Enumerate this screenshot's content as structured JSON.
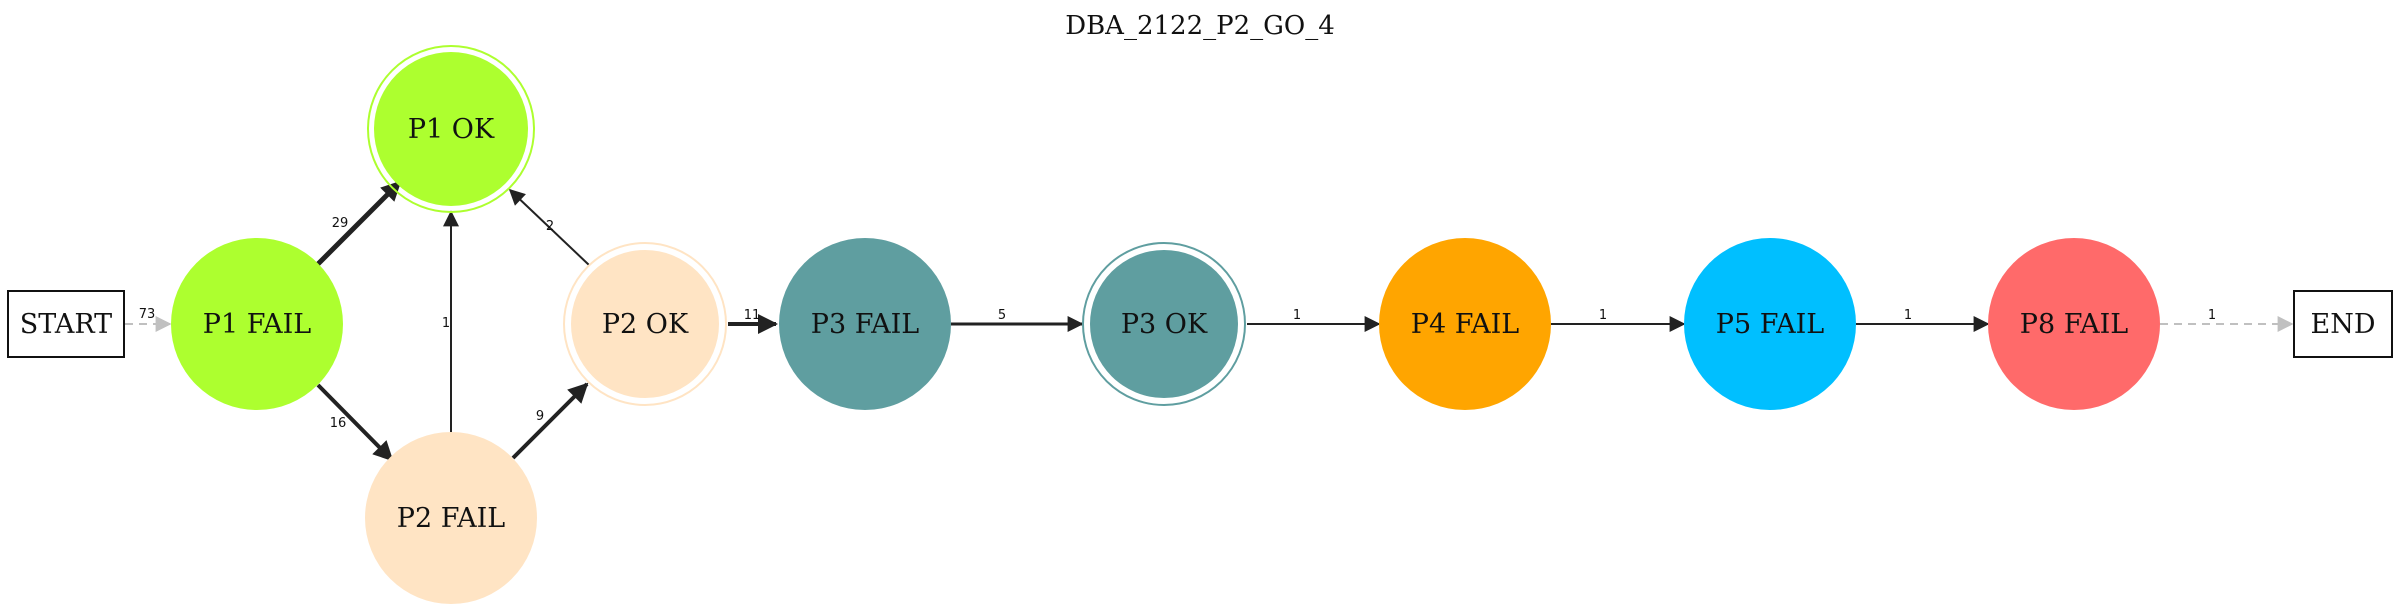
{
  "title": "DBA_2122_P2_GO_4",
  "nodes": {
    "start": {
      "label": "START",
      "shape": "box"
    },
    "p1fail": {
      "label": "P1 FAIL",
      "shape": "circle",
      "color": "#adff2f"
    },
    "p1ok": {
      "label": "P1 OK",
      "shape": "doublecircle",
      "color": "#adff2f"
    },
    "p2ok": {
      "label": "P2 OK",
      "shape": "doublecircle",
      "color": "#ffe4c4"
    },
    "p2fail": {
      "label": "P2 FAIL",
      "shape": "circle",
      "color": "#ffe4c4"
    },
    "p3fail": {
      "label": "P3 FAIL",
      "shape": "circle",
      "color": "#5f9ea0"
    },
    "p3ok": {
      "label": "P3 OK",
      "shape": "doublecircle",
      "color": "#5f9ea0"
    },
    "p4fail": {
      "label": "P4 FAIL",
      "shape": "circle",
      "color": "#ffa500"
    },
    "p5fail": {
      "label": "P5 FAIL",
      "shape": "circle",
      "color": "#00bfff"
    },
    "p8fail": {
      "label": "P8 FAIL",
      "shape": "circle",
      "color": "#ff6a6a"
    },
    "end": {
      "label": "END",
      "shape": "box"
    }
  },
  "edges": {
    "start_p1fail": {
      "label": "73",
      "from": "START",
      "to": "P1 FAIL",
      "style": "dashed"
    },
    "p1fail_p1ok": {
      "label": "29",
      "from": "P1 FAIL",
      "to": "P1 OK"
    },
    "p1fail_p2fail": {
      "label": "16",
      "from": "P1 FAIL",
      "to": "P2 FAIL"
    },
    "p2fail_p1ok": {
      "label": "1",
      "from": "P2 FAIL",
      "to": "P1 OK"
    },
    "p2fail_p2ok": {
      "label": "9",
      "from": "P2 FAIL",
      "to": "P2 OK"
    },
    "p2ok_p1ok": {
      "label": "2",
      "from": "P2 OK",
      "to": "P1 OK"
    },
    "p2ok_p3fail": {
      "label": "11",
      "from": "P2 OK",
      "to": "P3 FAIL"
    },
    "p3fail_p3ok": {
      "label": "5",
      "from": "P3 FAIL",
      "to": "P3 OK"
    },
    "p3ok_p4fail": {
      "label": "1",
      "from": "P3 OK",
      "to": "P4 FAIL"
    },
    "p4fail_p5fail": {
      "label": "1",
      "from": "P4 FAIL",
      "to": "P5 FAIL"
    },
    "p5fail_p8fail": {
      "label": "1",
      "from": "P5 FAIL",
      "to": "P8 FAIL"
    },
    "p8fail_end": {
      "label": "1",
      "from": "P8 FAIL",
      "to": "END",
      "style": "dashed"
    }
  }
}
